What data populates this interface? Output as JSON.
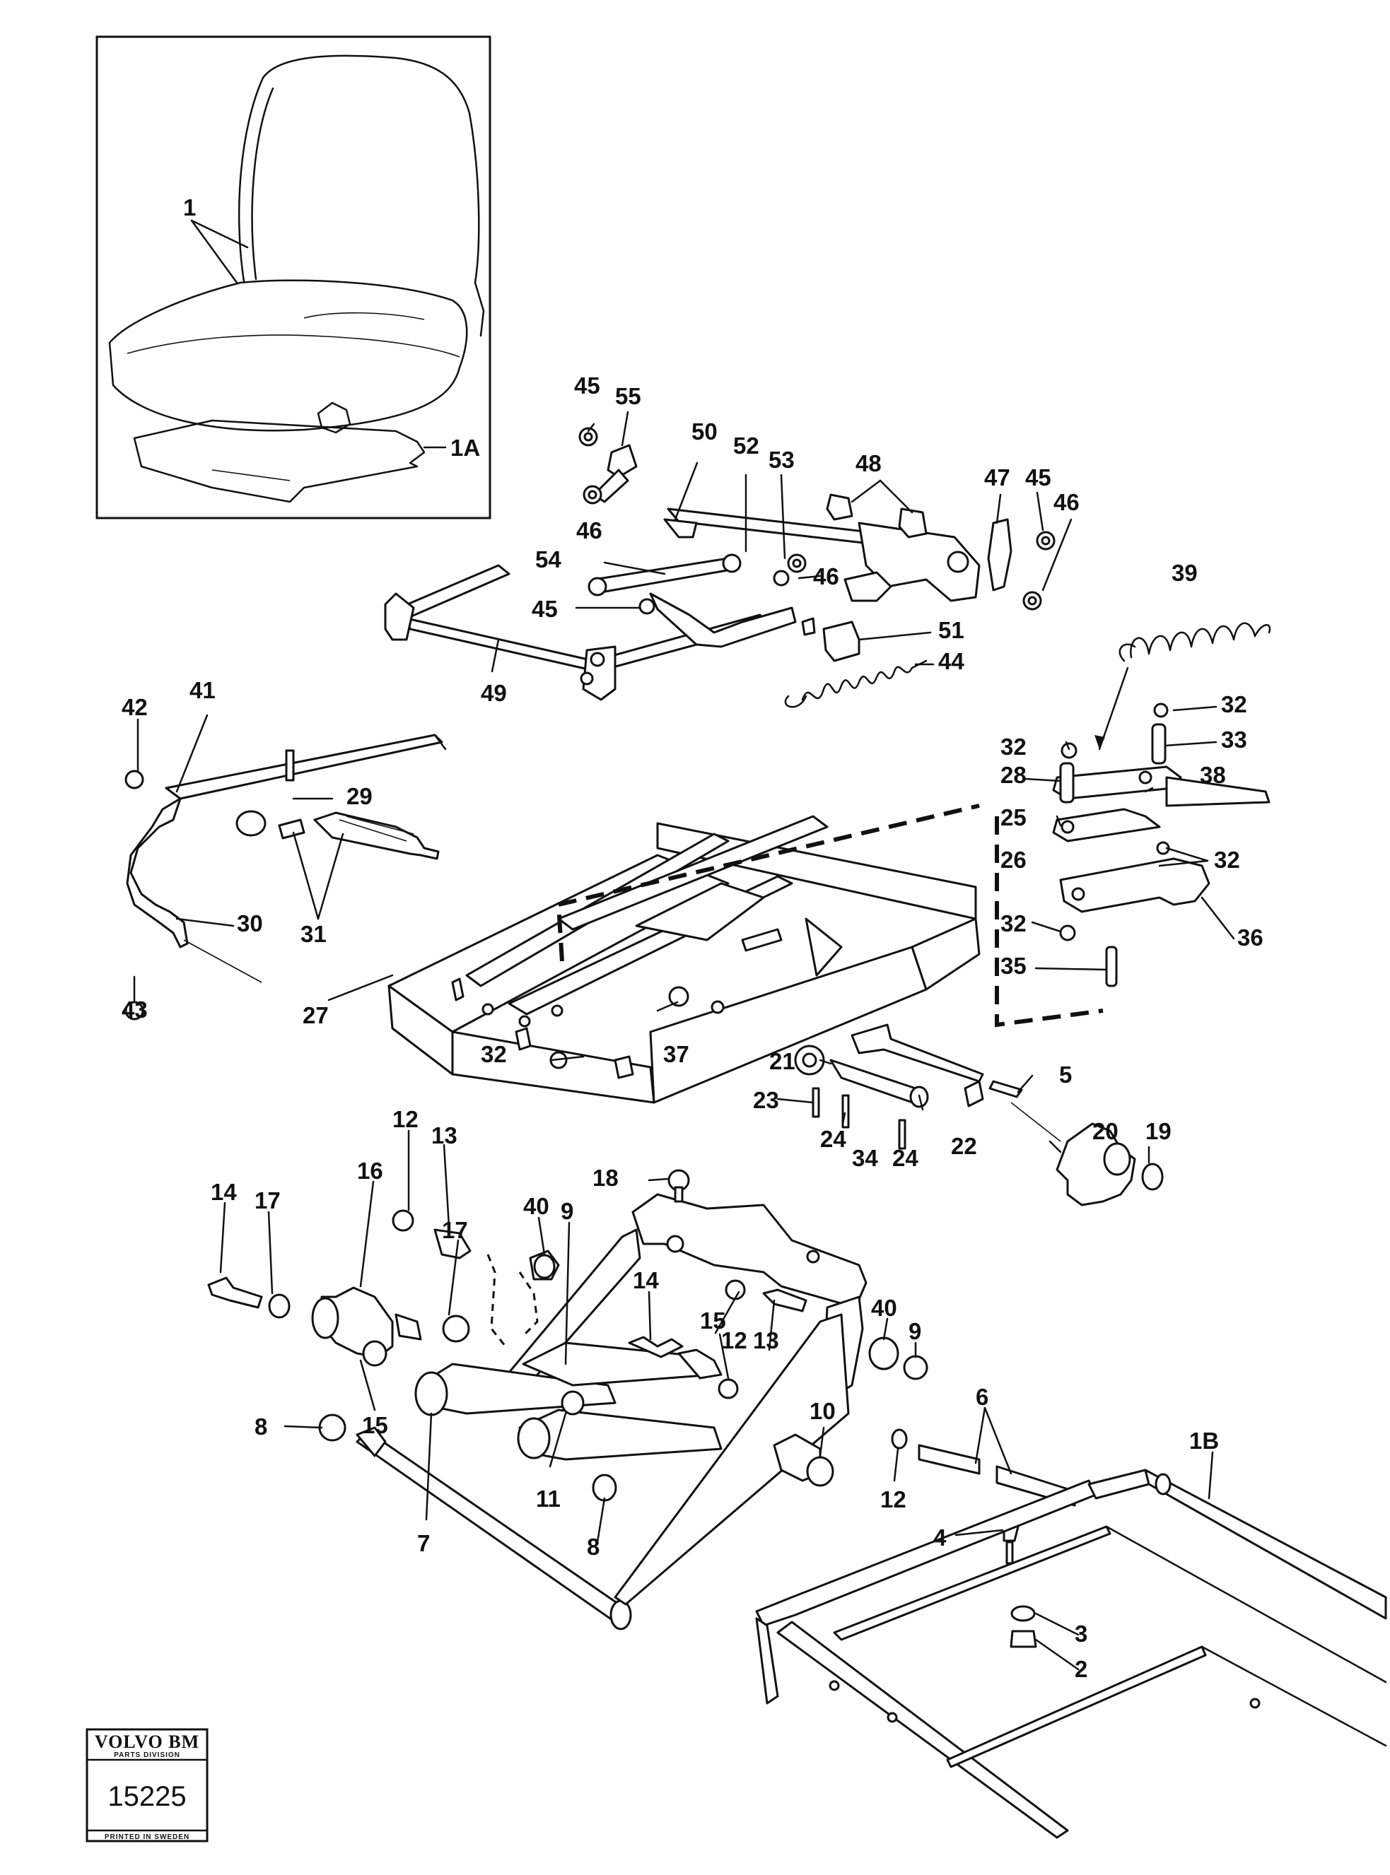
{
  "badge": {
    "brand": "VOLVO BM",
    "division": "PARTS DIVISION",
    "number": "15225",
    "printed": "PRINTED IN SWEDEN"
  },
  "callouts": [
    "1",
    "1A",
    "45",
    "55",
    "50",
    "52",
    "53",
    "48",
    "47",
    "45",
    "46",
    "46",
    "46",
    "54",
    "45",
    "46",
    "51",
    "44",
    "49",
    "39",
    "32",
    "32",
    "33",
    "28",
    "38",
    "25",
    "26",
    "32",
    "36",
    "32",
    "35",
    "42",
    "41",
    "29",
    "30",
    "31",
    "43",
    "27",
    "37",
    "32",
    "21",
    "5",
    "23",
    "24",
    "34",
    "24",
    "22",
    "20",
    "19",
    "18",
    "12",
    "13",
    "40",
    "9",
    "14",
    "17",
    "16",
    "17",
    "14",
    "15",
    "12",
    "13",
    "40",
    "9",
    "15",
    "8",
    "10",
    "6",
    "1B",
    "11",
    "8",
    "12",
    "4",
    "7",
    "3",
    "2"
  ]
}
